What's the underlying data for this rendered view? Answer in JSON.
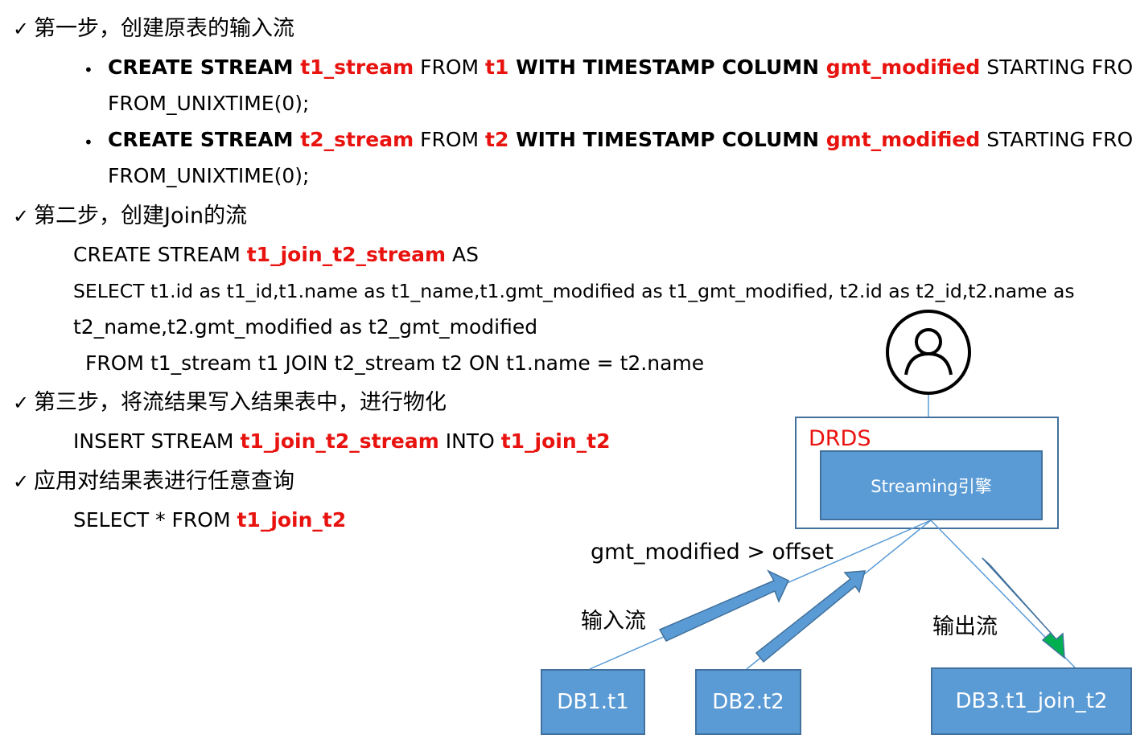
{
  "step1": {
    "title": "第一步，创建原表的输入流",
    "items": [
      {
        "p1": "CREATE STREAM ",
        "p2": "t1_stream",
        "p3": " FROM ",
        "p4": "t1",
        "p5": " WITH TIMESTAMP COLUMN ",
        "p6": "gmt_modified",
        "p7": " STARTING FROM",
        "cont": "FROM_UNIXTIME(0);"
      },
      {
        "p1": "CREATE STREAM ",
        "p2": "t2_stream",
        "p3": " FROM ",
        "p4": "t2",
        "p5": " WITH TIMESTAMP COLUMN ",
        "p6": "gmt_modified",
        "p7": " STARTING FROM",
        "cont": "FROM_UNIXTIME(0);"
      }
    ]
  },
  "step2": {
    "title": "第二步，创建Join的流",
    "l1a": "CREATE STREAM ",
    "l1b": "t1_join_t2_stream",
    "l1c": " AS",
    "l2": "SELECT t1.id as t1_id,t1.name as t1_name,t1.gmt_modified as t1_gmt_modified, t2.id as t2_id,t2.name as",
    "l3": "t2_name,t2.gmt_modified as t2_gmt_modified",
    "l4": "FROM t1_stream t1 JOIN t2_stream t2 ON t1.name = t2.name"
  },
  "step3": {
    "title": "第三步，将流结果写入结果表中，进行物化",
    "a": "INSERT STREAM ",
    "b": "t1_join_t2_stream",
    "c": " INTO ",
    "d": "t1_join_t2"
  },
  "step4": {
    "title": "应用对结果表进行任意查询",
    "a": "SELECT * FROM ",
    "b": "t1_join_t2"
  },
  "diagram": {
    "drds_label": "DRDS",
    "engine_label": "Streaming引擎",
    "condition_label": "gmt_modified > offset",
    "input_label": "输入流",
    "output_label": "输出流",
    "db1": "DB1.t1",
    "db2": "DB2.t2",
    "db3": "DB3.t1_join_t2",
    "colors": {
      "box": "#5b9bd5",
      "border": "#41719c",
      "highlight": "#e8130f",
      "output_arrow": "#00b050"
    }
  }
}
